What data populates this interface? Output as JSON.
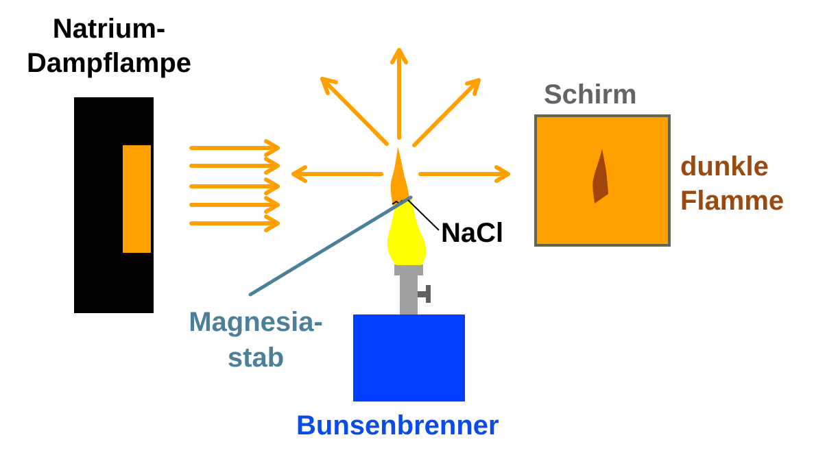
{
  "labels": {
    "lamp": [
      "Natrium-",
      "Dampflampe"
    ],
    "screen": "Schirm",
    "dark_flame": [
      "dunkle",
      "Flamme"
    ],
    "salt": "NaCl",
    "rod": [
      "Magnesia-",
      "stab"
    ],
    "burner": "Bunsenbrenner"
  },
  "colors": {
    "sodium_light": "#ffa000",
    "lamp_body": "#000000",
    "screen_fill": "#ffa000",
    "screen_border": "#646450",
    "dark_flame": "#a0460a",
    "flame_outer": "#ffa000",
    "flame_inner": "#ffff00",
    "rod": "#4b7f9a",
    "burner_body": "#0040ff",
    "burner_tube": "#a0a0a0",
    "burner_valve": "#606060",
    "label_black": "#000000",
    "label_gray": "#646464",
    "label_brown": "#9a4a0e",
    "label_blue": "#0c4ce6",
    "label_rod": "#4b7f9a"
  },
  "icons": {
    "incoming_rays": "arrow-right-icon",
    "emitted_rays": "arrow-icon"
  }
}
